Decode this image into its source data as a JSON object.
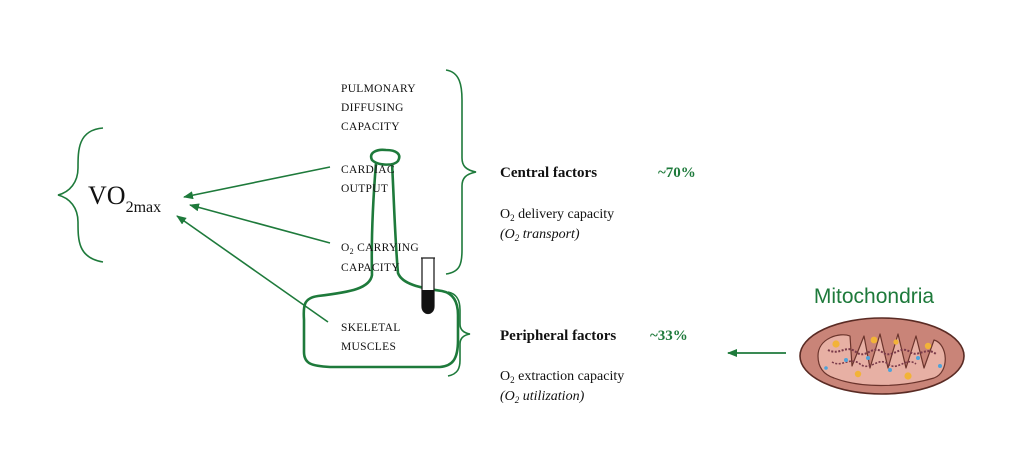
{
  "title": {
    "vo2_main": "VO",
    "vo2_sub": "2max"
  },
  "factors": {
    "pulmonary": [
      "PULMONARY",
      "DIFFUSING",
      "CAPACITY"
    ],
    "cardiac": [
      "CARDIAC",
      "OUTPUT"
    ],
    "o2_carrying": {
      "prefix": "O",
      "sub": "2",
      "line1_rest": " CARRYING",
      "line2": "CAPACITY"
    },
    "skeletal": [
      "SKELETAL",
      "MUSCLES"
    ]
  },
  "central": {
    "heading": "Central factors",
    "percent": "~70%",
    "line1_prefix": "O",
    "line1_sub": "2",
    "line1_rest": " delivery capacity",
    "line2_open": "(O",
    "line2_sub": "2",
    "line2_rest": " transport)"
  },
  "peripheral": {
    "heading": "Peripheral factors",
    "percent": "~33%",
    "line1_prefix": "O",
    "line1_sub": "2",
    "line1_rest": " extraction capacity",
    "line2_open": "(O",
    "line2_sub": "2",
    "line2_rest": " utilization)"
  },
  "mitochondria": {
    "label": "Mitochondria"
  },
  "colors": {
    "accent_green": "#1e7a3b",
    "text": "#111111",
    "mito_outer": "#c98478",
    "mito_inner": "#e7b0a4",
    "mito_outline": "#5a2b24",
    "granule_yellow": "#f2b338",
    "granule_blue": "#4fa3d9"
  }
}
